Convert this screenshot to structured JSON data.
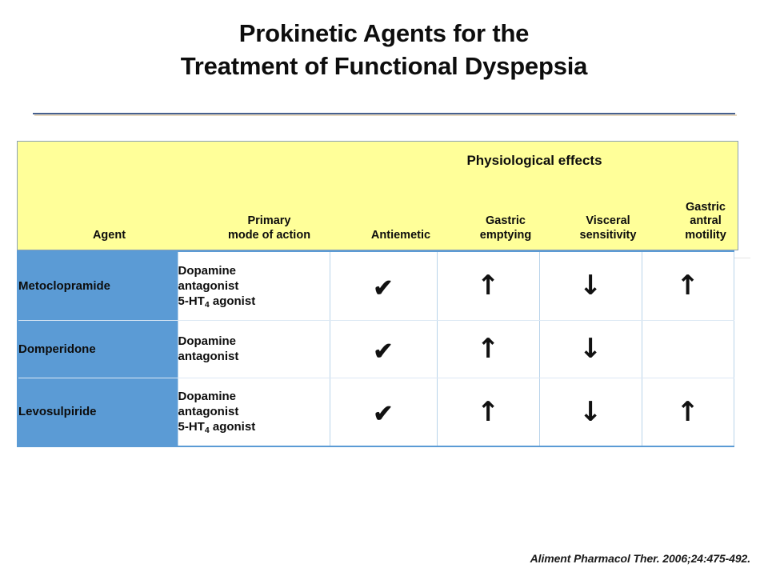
{
  "slide": {
    "title_line1": "Prokinetic Agents for the",
    "title_line2": "Treatment of Functional Dyspepsia",
    "citation": "Aliment Pharmacol Ther. 2006;24:475-492."
  },
  "colors": {
    "header_fill": "#ffff99",
    "agent_column_fill": "#5b9bd5",
    "table_border": "#5b9bd5",
    "divider_blue": "#46608f",
    "divider_shadow": "#e8d9c0",
    "text": "#0d0d0d"
  },
  "table": {
    "group_header": "Physiological effects",
    "columns": [
      {
        "key": "agent",
        "label_line1": "",
        "label_line2": "Agent"
      },
      {
        "key": "mode",
        "label_line1": "Primary",
        "label_line2": "mode of action"
      },
      {
        "key": "antiemetic",
        "label_line1": "",
        "label_line2": "Antiemetic"
      },
      {
        "key": "gastric_emptying",
        "label_line1": "Gastric",
        "label_line2": "emptying"
      },
      {
        "key": "visceral_sensitivity",
        "label_line1": "Visceral",
        "label_line2": "sensitivity"
      },
      {
        "key": "gastric_antral_motility",
        "label_line1": "Gastric",
        "label_line2": "antral",
        "label_line3": "motility"
      }
    ],
    "rows": [
      {
        "agent": "Metoclopramide",
        "mode_lines": [
          "Dopamine",
          "antagonist",
          "5-HT<sub>4</sub> agonist"
        ],
        "mode_text": "Dopamine antagonist 5-HT4 agonist",
        "antiemetic": "✔",
        "gastric_emptying": "↑",
        "visceral_sensitivity": "↓",
        "gastric_antral_motility": "↑"
      },
      {
        "agent": "Domperidone",
        "mode_lines": [
          "Dopamine",
          "antagonist"
        ],
        "mode_text": "Dopamine antagonist",
        "antiemetic": "✔",
        "gastric_emptying": "↑",
        "visceral_sensitivity": "↓",
        "gastric_antral_motility": ""
      },
      {
        "agent": "Levosulpiride",
        "mode_lines": [
          "Dopamine",
          "antagonist",
          "5-HT<sub>4</sub> agonist"
        ],
        "mode_text": "Dopamine antagonist 5-HT4 agonist",
        "antiemetic": "✔",
        "gastric_emptying": "↑",
        "visceral_sensitivity": "↓",
        "gastric_antral_motility": "↑"
      }
    ]
  }
}
